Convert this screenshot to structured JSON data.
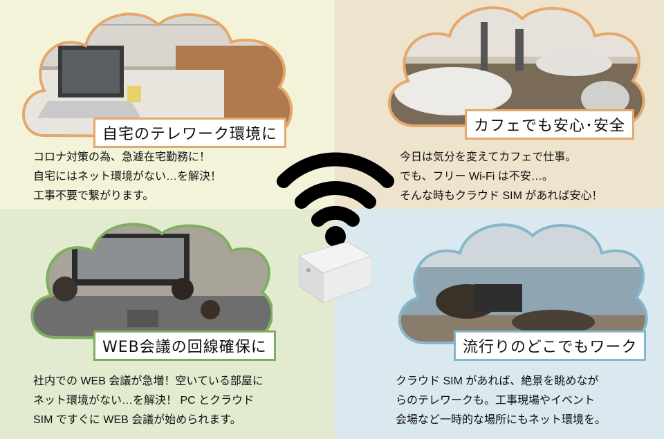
{
  "sections": [
    {
      "id": "home",
      "title": "自宅のテレワーク環境に",
      "lines": [
        "コロナ対策の為、急遽在宅勤務に！",
        "自宅にはネット環境がない…を解決！",
        "工事不要で繋がります。"
      ]
    },
    {
      "id": "cafe",
      "title": "カフェでも安心･安全",
      "lines": [
        "今日は気分を変えてカフェで仕事。",
        "でも、フリー Wi-Fi は不安…。",
        "そんな時もクラウド SIM があれば安心！"
      ]
    },
    {
      "id": "web",
      "title": "WEB会議の回線確保に",
      "lines": [
        "社内での WEB 会議が急増！空いている部屋に",
        "ネット環境がない…を解決！ PC とクラウド",
        "SIM ですぐに WEB 会議が始められます。"
      ]
    },
    {
      "id": "travel",
      "title": "流行りのどこでもワーク",
      "lines": [
        "クラウド SIM があれば、絶景を眺めなが",
        "らのテレワークも。工事現場やイベント",
        "会場など一時的な場所にもネット環境を。"
      ]
    }
  ],
  "colors": {
    "home_bg": "#f2f3d8",
    "cafe_bg": "#eee3cd",
    "web_bg": "#e2ead0",
    "travel_bg": "#d9e9ef",
    "home_border": "#e4a86a",
    "web_border": "#7fae5f",
    "travel_border": "#86b6c9"
  },
  "icons": [
    "wifi-icon",
    "router-device"
  ]
}
